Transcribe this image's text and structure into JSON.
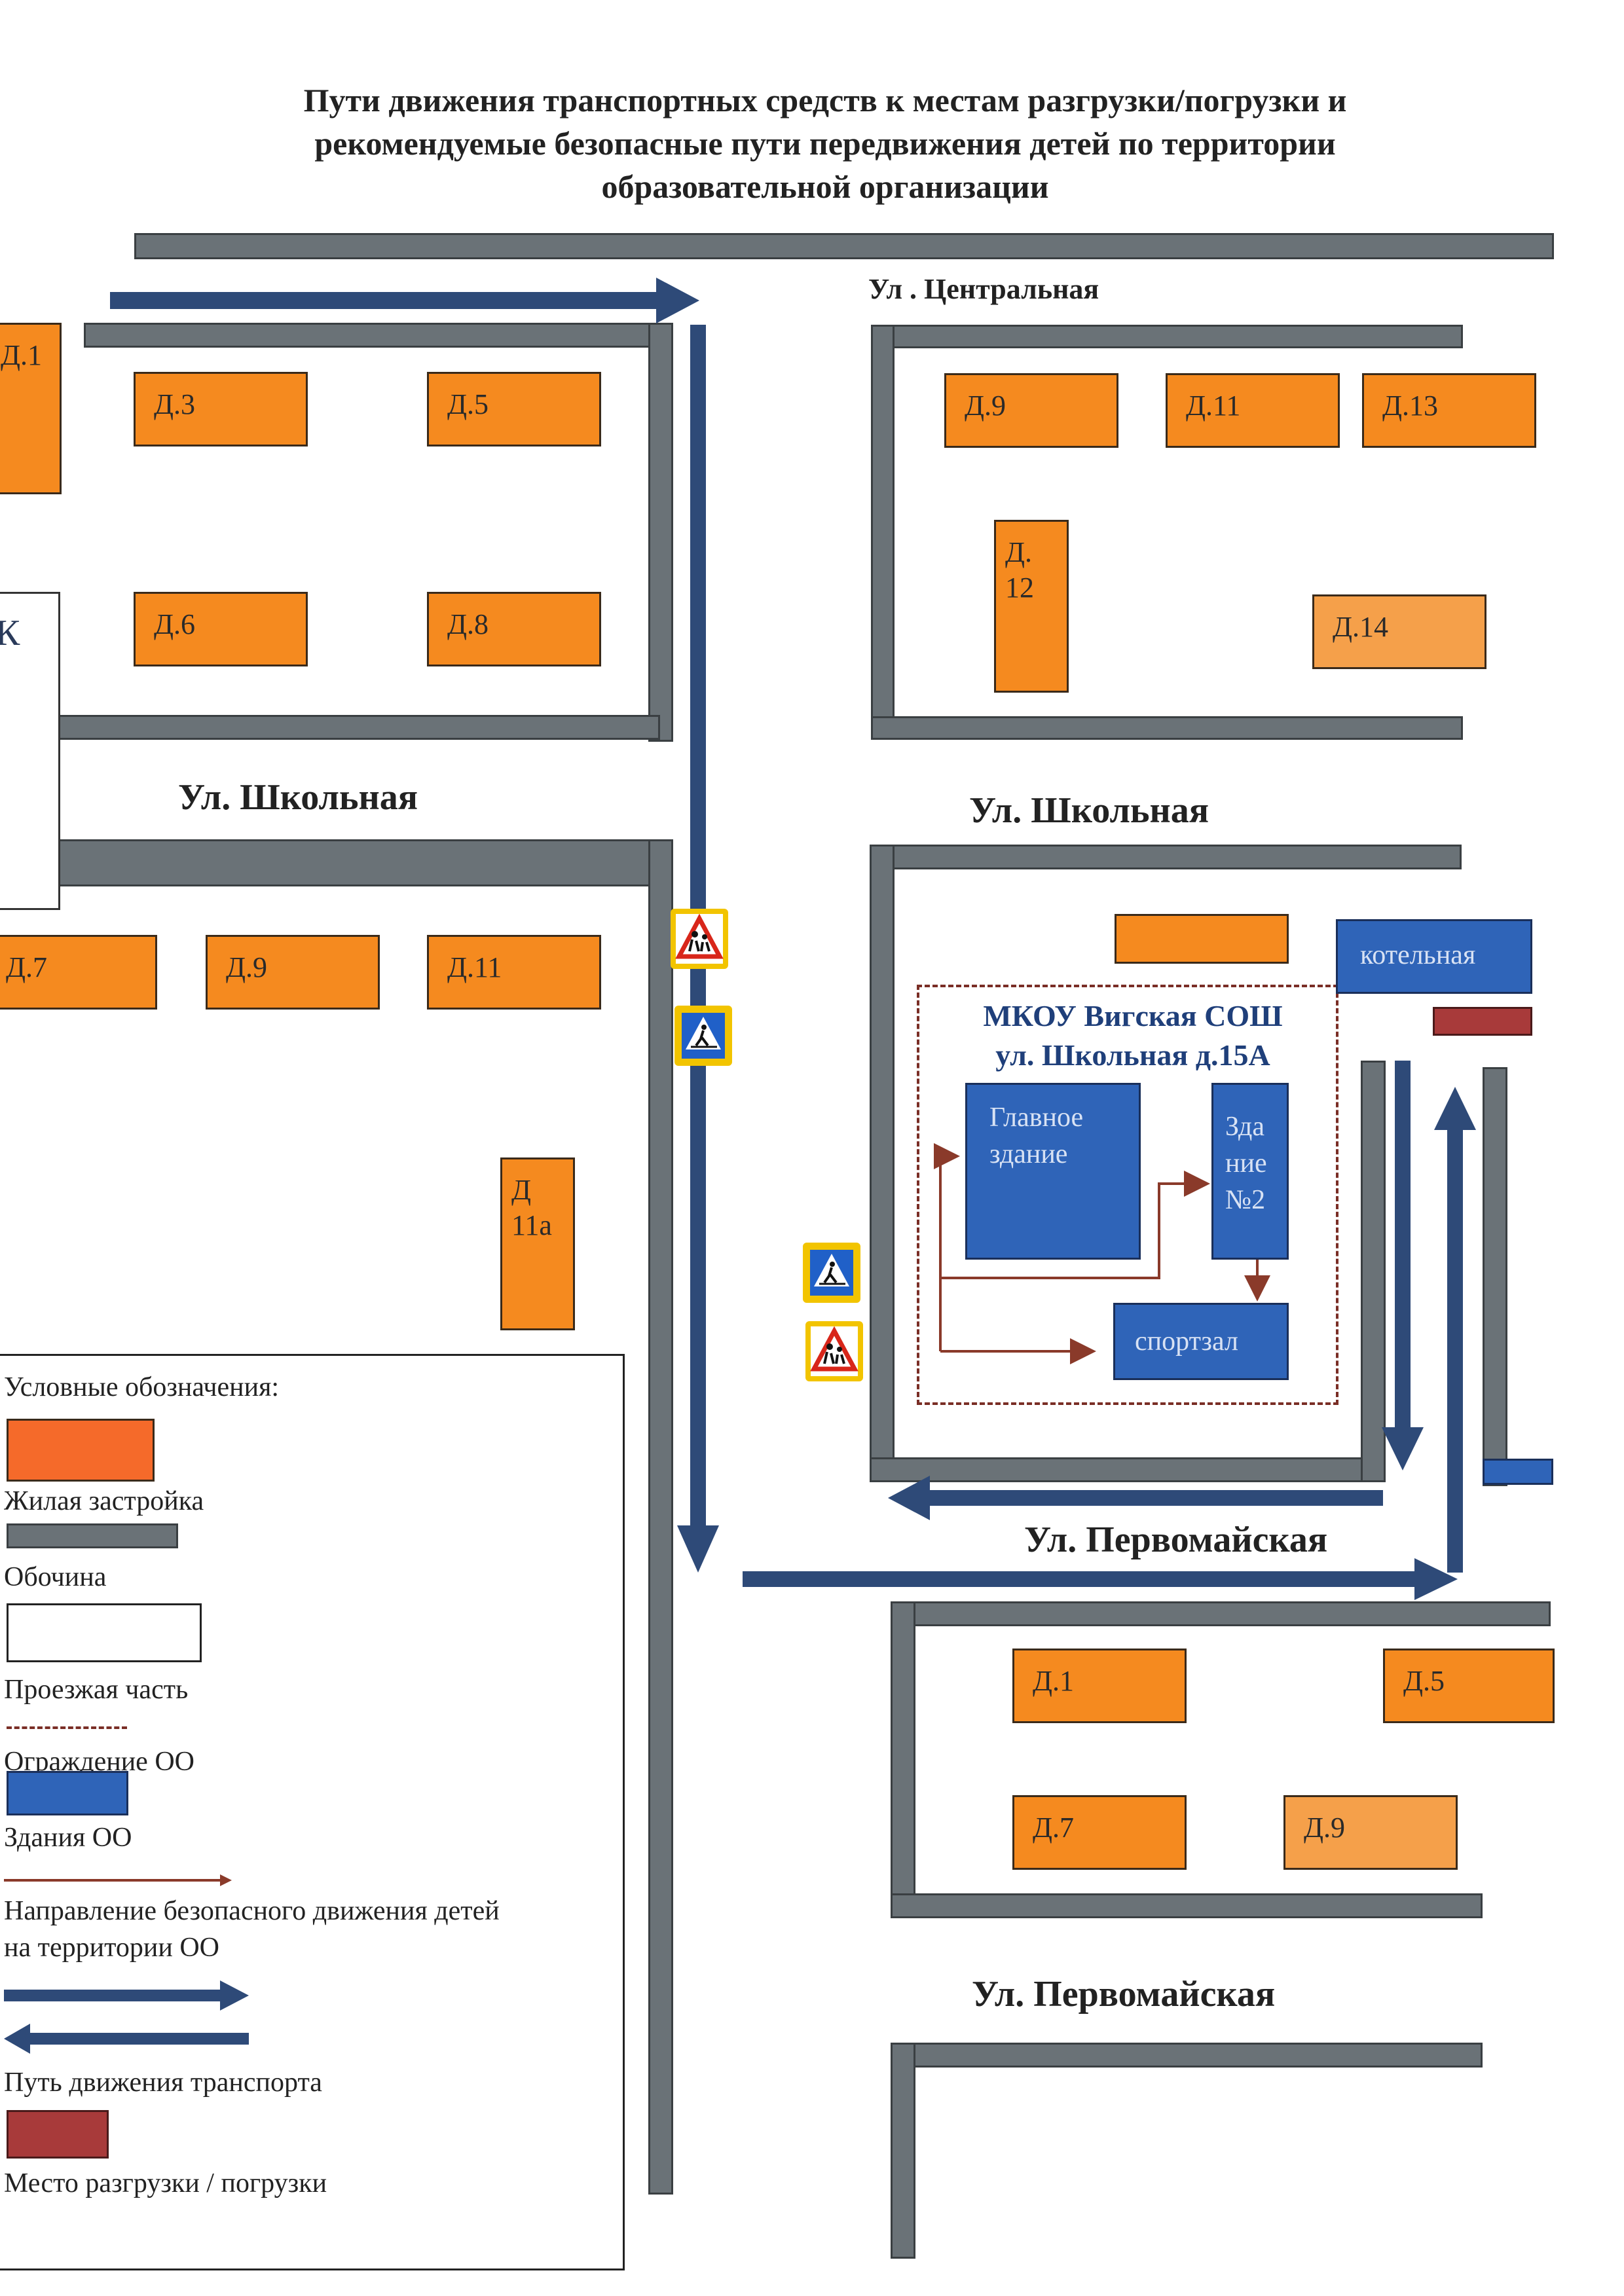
{
  "title": {
    "line1": "Пути движения транспортных средств к местам разгрузки/погрузки и",
    "line2": "рекомендуемые безопасные пути передвижения детей по территории",
    "line3": "образовательной организации"
  },
  "streets": {
    "central": "Ул . Центральная",
    "school_left": "Ул. Школьная",
    "school_right": "Ул. Школьная",
    "pervomay_1": "Ул. Первомайская",
    "pervomay_2": "Ул. Первомайская"
  },
  "houses": {
    "d1_top": "Д.1",
    "d3": "Д.3",
    "d5_top": "Д.5",
    "d6": "Д.6",
    "d8": "Д.8",
    "d9_top": "Д.9",
    "d11_top": "Д.11",
    "d13": "Д.13",
    "d12": "Д.\n12",
    "d14": "Д.14",
    "d7_mid": "Д.7",
    "d9_mid": "Д.9",
    "d11_mid": "Д.11",
    "d11a": "Д\n11а",
    "d1_bot": "Д.1",
    "d5_bot": "Д.5",
    "d7_bot": "Д.7",
    "d9_bot": "Д.9",
    "partial_left": "К"
  },
  "school": {
    "name_line1": "МКОУ Вигская СОШ",
    "name_line2": "ул. Школьная д.15А",
    "main_building": "Главное\nздание",
    "building2": "Зда\nние\n№2",
    "gym": "спортзал",
    "boiler": "котельная"
  },
  "legend": {
    "heading": "Условные обозначения:",
    "residential": "Жилая застройка",
    "shoulder": "Обочина",
    "roadway": "Проезжая часть",
    "fence": "Ограждение ОО",
    "buildings": "Здания ОО",
    "child_path_1": "Направление безопасного движения детей",
    "child_path_2": "на территории ОО",
    "transport_path": "Путь движения транспорта",
    "loading_place": "Место разгрузки / погрузки"
  },
  "colors": {
    "road": "#6a7277",
    "house": "#f58a1f",
    "school_building": "#2f64b8",
    "transport_arrow": "#2e4a78",
    "child_arrow": "#8a3a2a",
    "loading_place": "#a83a3a",
    "sign_yellow": "#f2c400"
  },
  "icons": {
    "children_sign": "children-crossing-warning-icon",
    "pedestrian_sign": "pedestrian-crossing-icon"
  }
}
